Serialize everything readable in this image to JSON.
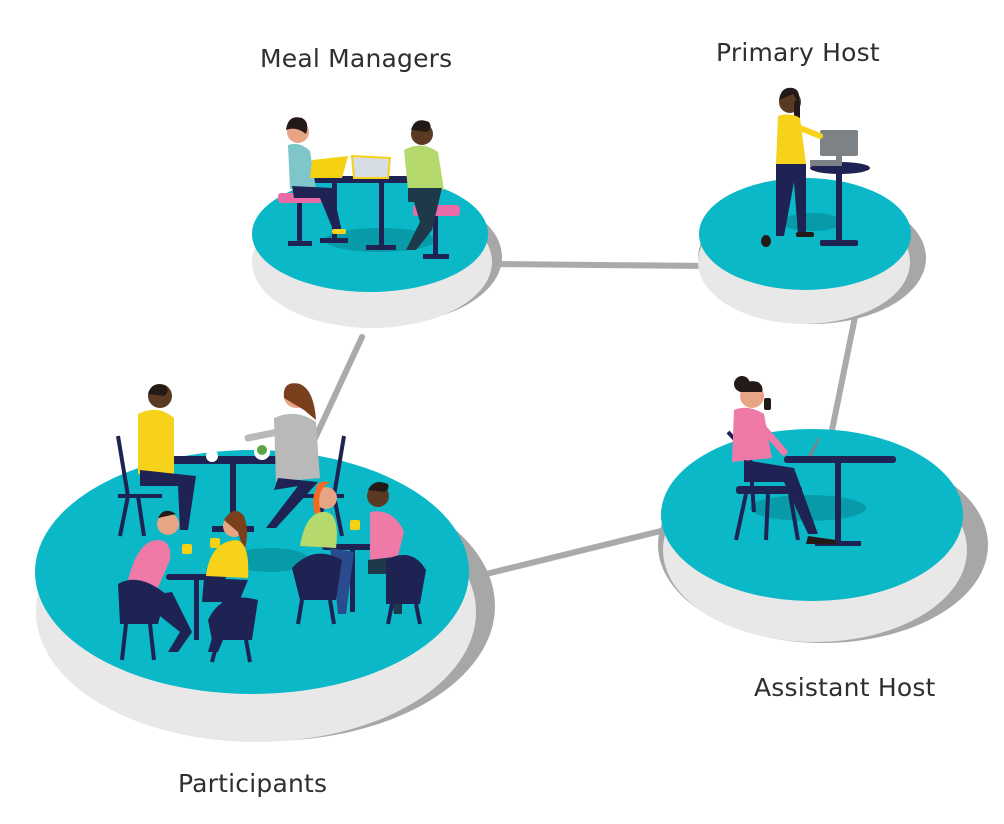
{
  "diagram": {
    "nodes": [
      {
        "id": "meal",
        "label": "Meal Managers"
      },
      {
        "id": "primary",
        "label": "Primary Host"
      },
      {
        "id": "assistant",
        "label": "Assistant Host"
      },
      {
        "id": "participants",
        "label": "Participants"
      }
    ],
    "edges": [
      {
        "from": "meal",
        "to": "primary"
      },
      {
        "from": "primary",
        "to": "assistant"
      },
      {
        "from": "assistant",
        "to": "participants"
      },
      {
        "from": "participants",
        "to": "meal"
      }
    ]
  },
  "colors": {
    "platform_top": "#0ab8c8",
    "platform_side": "#e8e8e8",
    "platform_shadow": "#a7a7a7",
    "connector": "#aaaaaa",
    "furniture": "#1e2354",
    "stool_pink": "#e96ba8",
    "shirt_yellow": "#f6d21a",
    "shirt_pink": "#ef79a7",
    "shirt_green": "#b5d96c",
    "shirt_teal": "#7ec6c9",
    "shirt_gray": "#b9b9b9",
    "skin_dark": "#5a3a22",
    "skin_light": "#e8a585",
    "hair_dark": "#231a18",
    "hair_brown": "#7a3f1c",
    "hair_orange": "#f26a24",
    "laptop_yellow": "#f5d113",
    "laptop_gray": "#d6dde3",
    "monitor_gray": "#7d8287"
  }
}
